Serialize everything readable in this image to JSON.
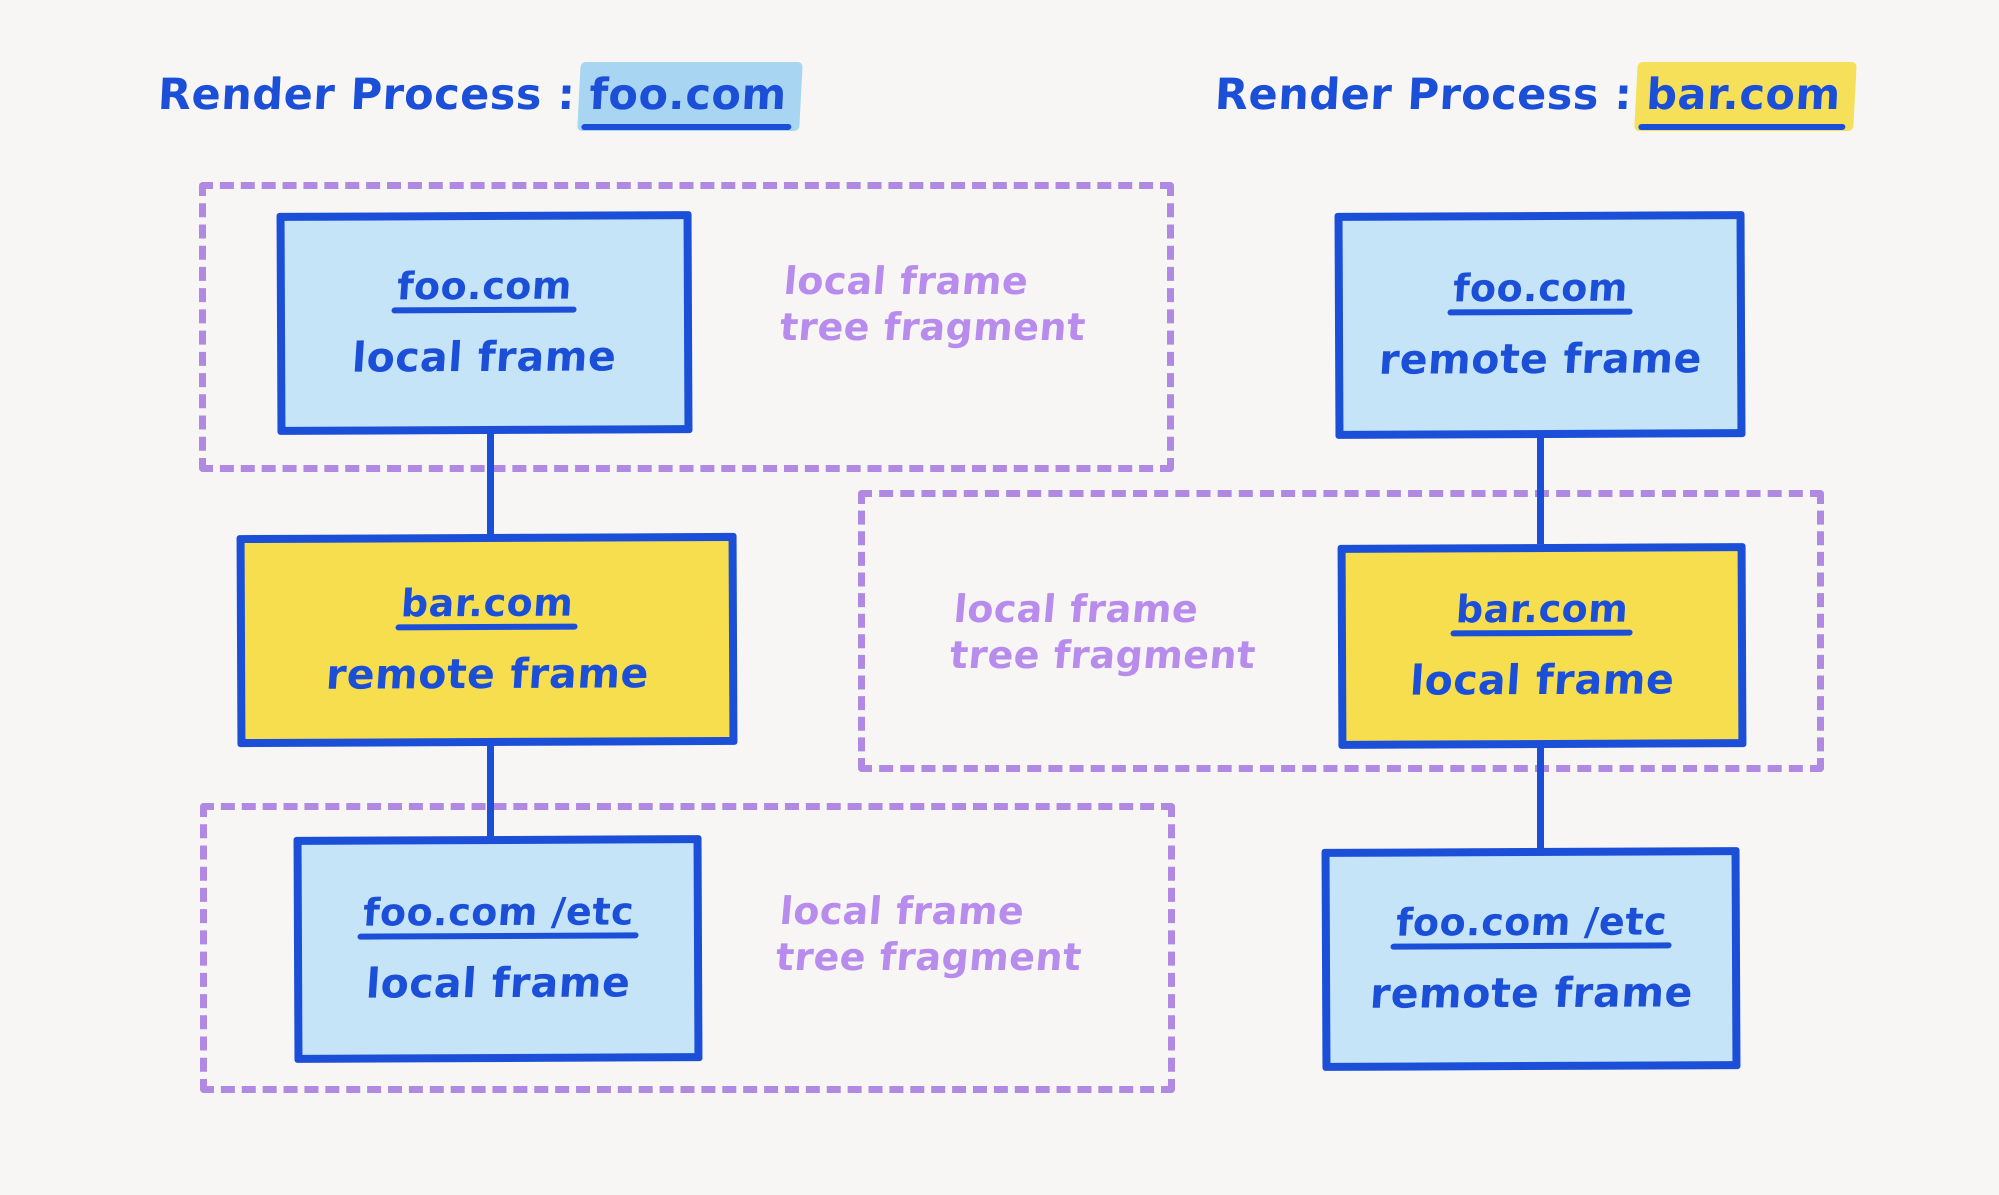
{
  "colors": {
    "background": "#f7f6f4",
    "ink_blue": "#1b4fd8",
    "box_blue_fill": "#c6e4f8",
    "box_yellow_fill": "#f7de4f",
    "purple_dash": "#b089e2",
    "purple_text": "#b88cec",
    "highlight_blue": "#a8d5f2",
    "highlight_yellow": "#f6e05a"
  },
  "processes": [
    {
      "id": "left",
      "title_prefix": "Render Process :",
      "title_origin": "foo.com",
      "highlight": "blue",
      "frames": [
        {
          "origin": "foo.com",
          "kind": "local frame"
        },
        {
          "origin": "bar.com",
          "kind": "remote frame"
        },
        {
          "origin": "foo.com /etc",
          "kind": "local frame"
        }
      ]
    },
    {
      "id": "right",
      "title_prefix": "Render Process :",
      "title_origin": "bar.com",
      "highlight": "yellow",
      "frames": [
        {
          "origin": "foo.com",
          "kind": "remote frame"
        },
        {
          "origin": "bar.com",
          "kind": "local frame"
        },
        {
          "origin": "foo.com /etc",
          "kind": "remote frame"
        }
      ]
    }
  ],
  "fragments": [
    {
      "id": "frag-left-top",
      "label": "local frame\ntree fragment"
    },
    {
      "id": "frag-middle",
      "label": "local frame\ntree fragment"
    },
    {
      "id": "frag-left-bottom",
      "label": "local frame\ntree fragment"
    }
  ]
}
